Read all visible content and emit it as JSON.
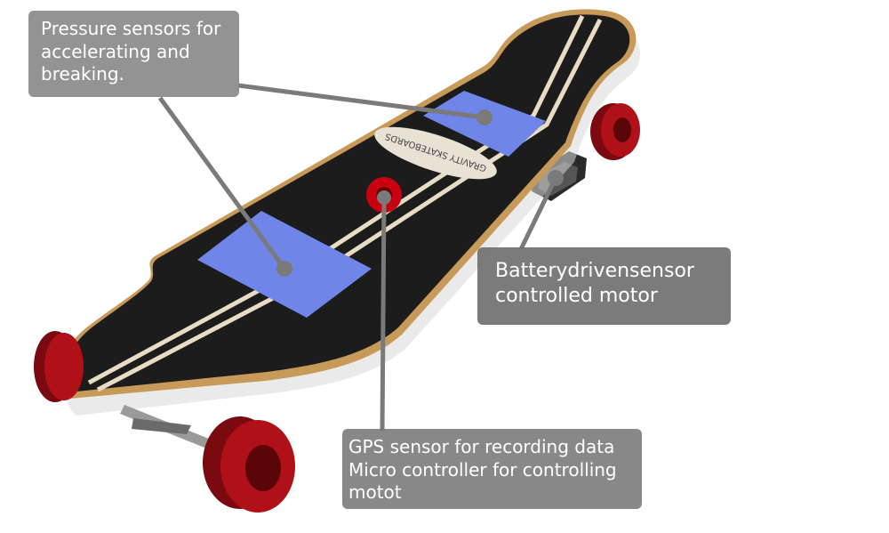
{
  "callouts": {
    "pressure": {
      "lines": [
        "Pressure sensors for",
        "accelerating and",
        "breaking."
      ]
    },
    "battery": {
      "lines": [
        "Batterydrivensensor",
        "controlled motor"
      ]
    },
    "gps": {
      "lines": [
        "GPS sensor for recording data",
        "Micro controller for controlling",
        "motot"
      ]
    }
  },
  "deck_logo_text": "GRAVITY SKATEBOARDS",
  "colors": {
    "sensor_pad": "#6f86e8",
    "gps_marker": "#c8000f",
    "connector": "#7a7a7a",
    "callout_bg": "#808080",
    "wheel": "#b01018",
    "deck_grip": "#1c1c1c",
    "deck_wood": "#c89a5a"
  }
}
